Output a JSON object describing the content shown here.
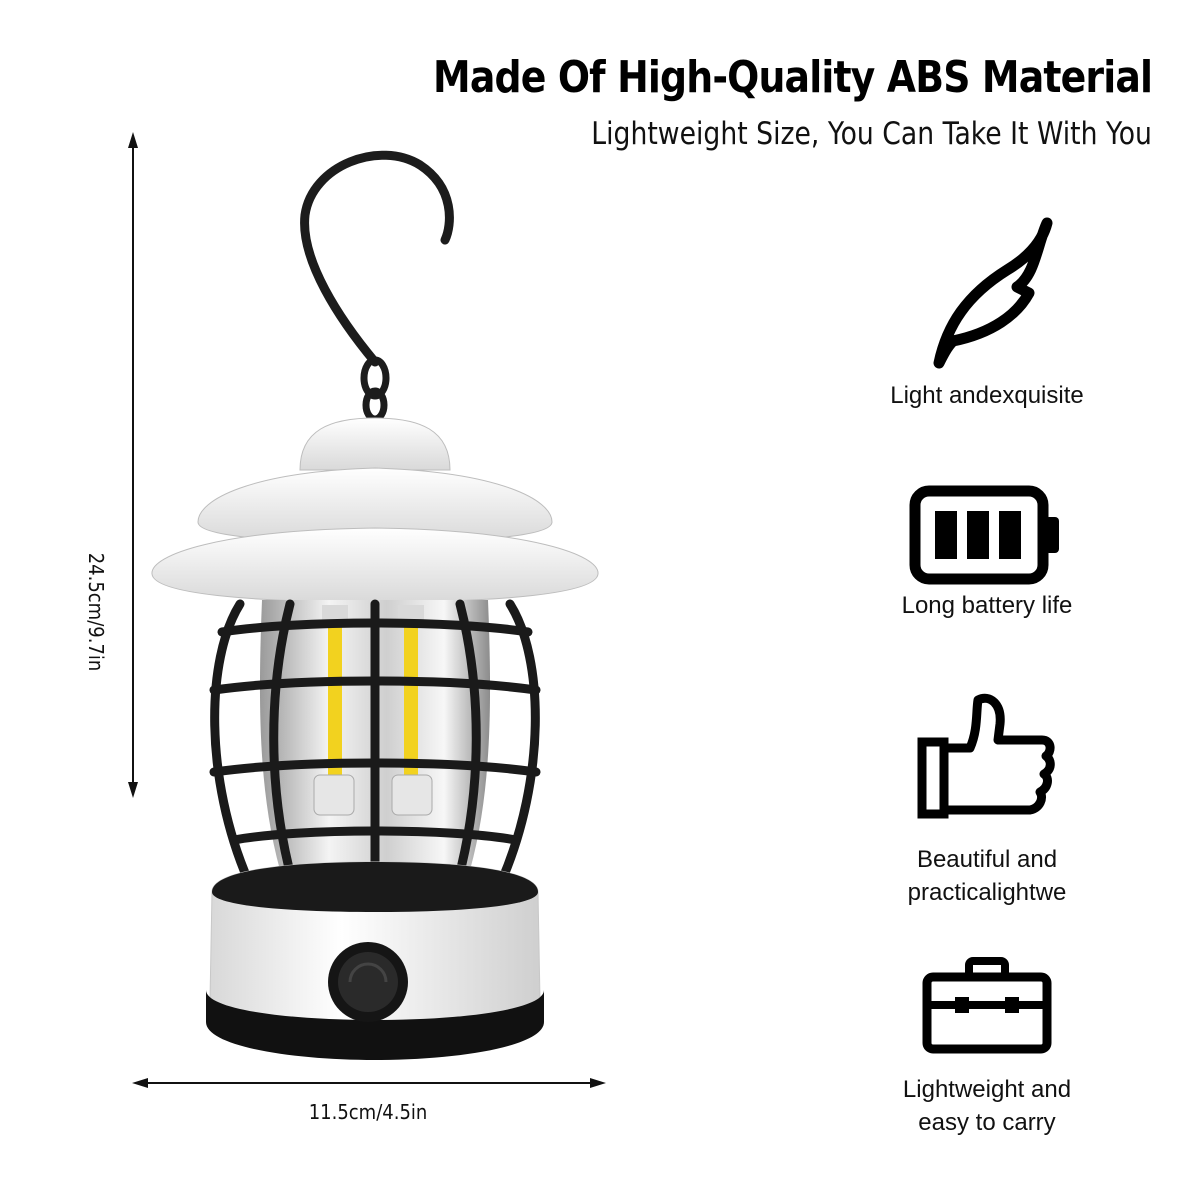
{
  "header": {
    "title": "Made Of High-Quality ABS Material",
    "subtitle": "Lightweight Size, You Can Take It With You"
  },
  "dimensions": {
    "height_label": "24.5cm/9.7in",
    "width_label": "11.5cm/4.5in"
  },
  "features": [
    {
      "icon": "feather-icon",
      "label_lines": [
        "Light andexquisite"
      ]
    },
    {
      "icon": "battery-icon",
      "label_lines": [
        "Long battery life"
      ]
    },
    {
      "icon": "thumbs-up-icon",
      "label_lines": [
        "Beautiful and",
        "practicalightwe"
      ]
    },
    {
      "icon": "toolbox-icon",
      "label_lines": [
        "Lightweight and",
        "easy to carry"
      ]
    }
  ],
  "colors": {
    "lamp_body": "#f4f4f4",
    "lamp_cage": "#1a1a1a",
    "led_glow": "#f2d21f",
    "icon_stroke": "#000000"
  }
}
